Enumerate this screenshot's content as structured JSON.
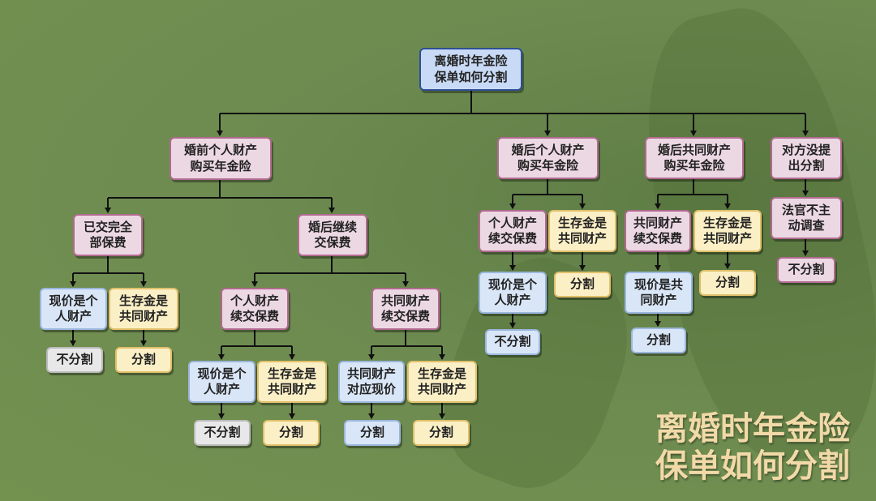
{
  "title": "离婚时年金险\n保单如何分割",
  "watermark": "离婚时年金险\n保单如何分割",
  "colors": {
    "background": "#6b8a4f",
    "line": "#111111",
    "watermark": "#f2d9a8"
  },
  "nodes": {
    "root": "离婚时年金险\n保单如何分割",
    "premarital": "婚前个人财产\n购买年金险",
    "paid_full": "已交完全\n部保费",
    "p_cash_personal": "现价是个\n人财产",
    "p_cash_personal_res": "不分割",
    "p_survival_common": "生存金是\n共同财产",
    "p_survival_common_res": "分割",
    "continued": "婚后继续\n交保费",
    "c_personal": "个人财产\n续交保费",
    "c_personal_cash": "现价是个\n人财产",
    "c_personal_cash_res": "不分割",
    "c_personal_survival": "生存金是\n共同财产",
    "c_personal_survival_res": "分割",
    "c_common": "共同财产\n续交保费",
    "c_common_cash": "共同财产\n对应现价",
    "c_common_cash_res": "分割",
    "c_common_survival": "生存金是\n共同财产",
    "c_common_survival_res": "分割",
    "post_personal": "婚后个人财产\n购买年金险",
    "pp_personal": "个人财产\n续交保费",
    "pp_cash": "现价是个\n人财产",
    "pp_cash_res": "不分割",
    "pp_survival": "生存金是\n共同财产",
    "pp_survival_res": "分割",
    "post_common": "婚后共同财产\n购买年金险",
    "pc_common": "共同财产\n续交保费",
    "pc_cash": "现价是共\n同财产",
    "pc_cash_res": "分割",
    "pc_survival": "生存金是\n共同财产",
    "pc_survival_res": "分割",
    "not_raised": "对方没提\n出分割",
    "judge": "法官不主\n动调查",
    "judge_res": "不分割"
  }
}
